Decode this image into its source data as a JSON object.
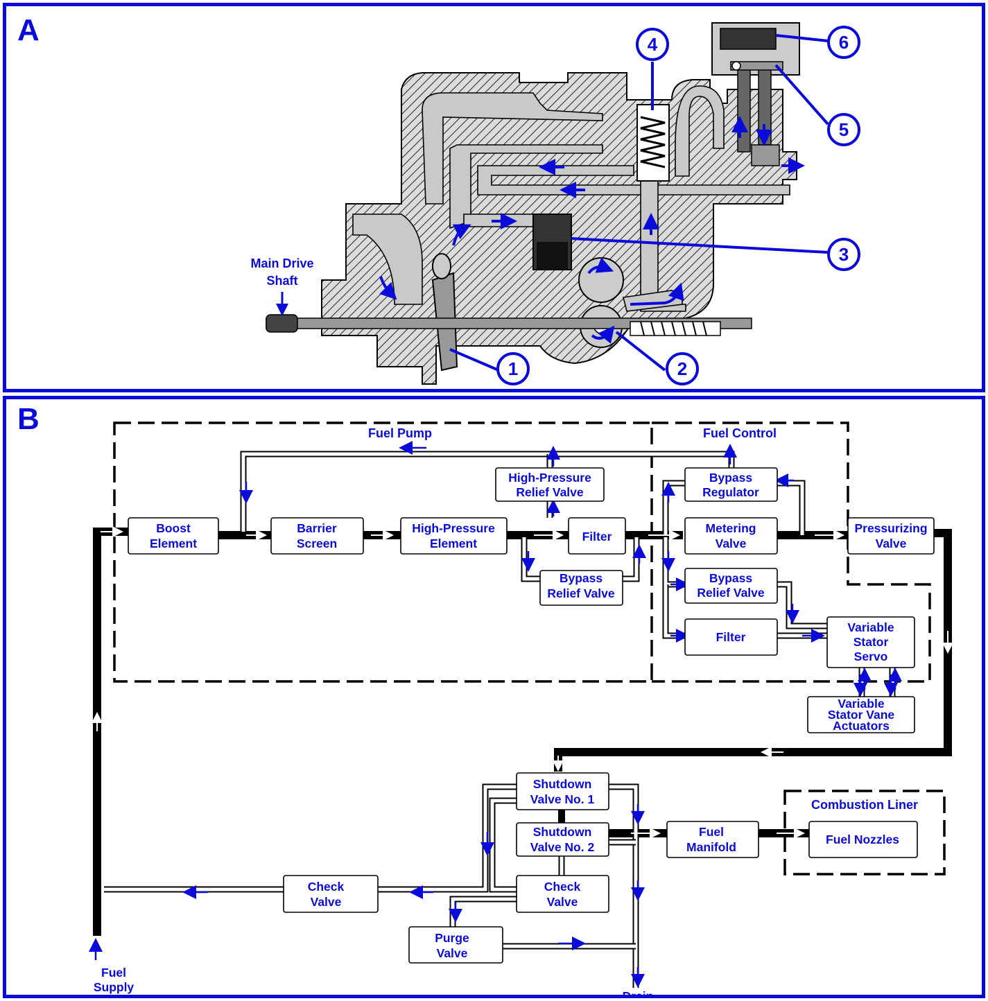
{
  "panel_a": {
    "label": "A",
    "drive_label_1": "Main Drive",
    "drive_label_2": "Shaft",
    "callouts": [
      "1",
      "2",
      "3",
      "4",
      "5",
      "6"
    ]
  },
  "panel_b": {
    "label": "B",
    "groups": {
      "fuel_pump": "Fuel Pump",
      "fuel_control": "Fuel Control",
      "combustion_liner": "Combustion Liner"
    },
    "boxes": {
      "boost_element": [
        "Boost",
        "Element"
      ],
      "barrier_screen": [
        "Barrier",
        "Screen"
      ],
      "hp_element": [
        "High-Pressure",
        "Element"
      ],
      "hp_relief_valve": [
        "High-Pressure",
        "Relief Valve"
      ],
      "filter_pump": [
        "Filter"
      ],
      "bypass_relief_pump": [
        "Bypass",
        "Relief Valve"
      ],
      "bypass_regulator": [
        "Bypass",
        "Regulator"
      ],
      "metering_valve": [
        "Metering",
        "Valve"
      ],
      "pressurizing_valve": [
        "Pressurizing",
        "Valve"
      ],
      "bypass_relief_control": [
        "Bypass",
        "Relief Valve"
      ],
      "filter_control": [
        "Filter"
      ],
      "variable_stator_servo": [
        "Variable",
        "Stator",
        "Servo"
      ],
      "variable_stator_vane_actuators": [
        "Variable",
        "Stator Vane",
        "Actuators"
      ],
      "shutdown_valve_1": [
        "Shutdown",
        "Valve No. 1"
      ],
      "shutdown_valve_2": [
        "Shutdown",
        "Valve No. 2"
      ],
      "fuel_manifold": [
        "Fuel",
        "Manifold"
      ],
      "fuel_nozzles": [
        "Fuel Nozzles"
      ],
      "check_valve_left": [
        "Check",
        "Valve"
      ],
      "check_valve_right": [
        "Check",
        "Valve"
      ],
      "purge_valve": [
        "Purge",
        "Valve"
      ]
    },
    "fuel_supply": [
      "Fuel",
      "Supply"
    ],
    "drain": "Drain"
  },
  "colors": {
    "accent": "#0b0bd9",
    "line": "#000000",
    "metal": "#c9c9c9"
  }
}
